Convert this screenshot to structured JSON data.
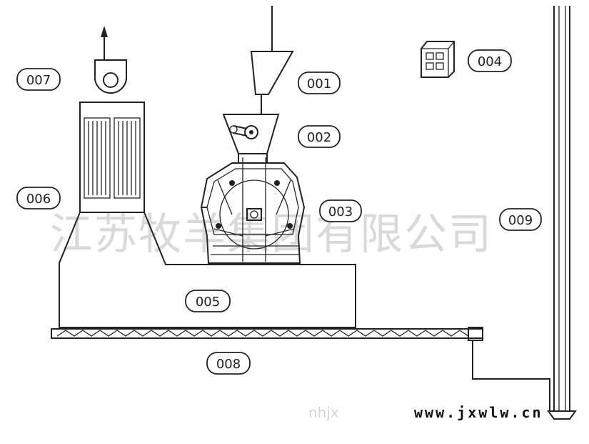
{
  "labels": {
    "l001": "001",
    "l002": "002",
    "l003": "003",
    "l004": "004",
    "l005": "005",
    "l006": "006",
    "l007": "007",
    "l008": "008",
    "l009": "009"
  },
  "watermark": {
    "company": "江苏牧羊集团有限公司",
    "site": "www.jxwlw.cn",
    "faint": "nhjx"
  }
}
